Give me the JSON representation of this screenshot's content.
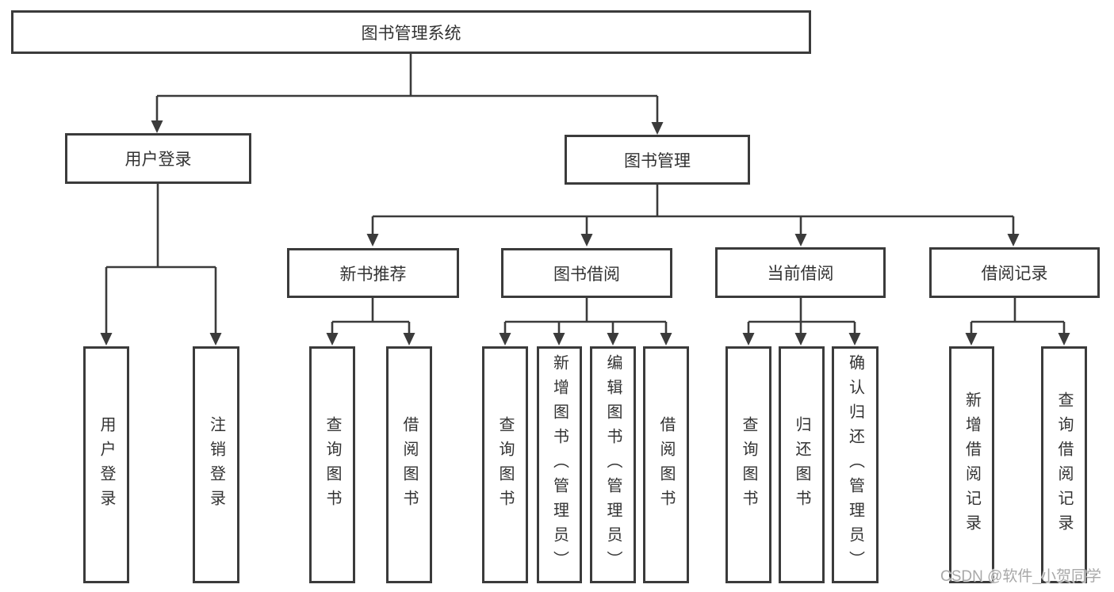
{
  "colors": {
    "line": "#3b3b3b",
    "text": "#333333",
    "background": "#ffffff",
    "watermark": "#a8a8a8"
  },
  "tree": {
    "root": {
      "label": "图书管理系统",
      "children": [
        {
          "label": "用户登录",
          "children": [
            {
              "label": "用户登录"
            },
            {
              "label": "注销登录"
            }
          ]
        },
        {
          "label": "图书管理",
          "children": [
            {
              "label": "新书推荐",
              "children": [
                {
                  "label": "查询图书"
                },
                {
                  "label": "借阅图书"
                }
              ]
            },
            {
              "label": "图书借阅",
              "children": [
                {
                  "label": "查询图书"
                },
                {
                  "label": "新增图书（管理员）"
                },
                {
                  "label": "编辑图书（管理员）"
                },
                {
                  "label": "借阅图书"
                }
              ]
            },
            {
              "label": "当前借阅",
              "children": [
                {
                  "label": "查询图书"
                },
                {
                  "label": "归还图书"
                },
                {
                  "label": "确认归还（管理员）"
                }
              ]
            },
            {
              "label": "借阅记录",
              "children": [
                {
                  "label": "新增借阅记录"
                },
                {
                  "label": "查询借阅记录"
                }
              ]
            }
          ]
        }
      ]
    }
  },
  "watermark": "CSDN @软件_小贺同学"
}
